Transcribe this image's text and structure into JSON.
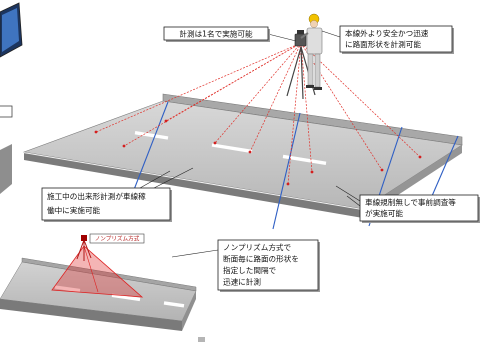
{
  "colors": {
    "measurement_rays": "#e0302a",
    "ray_points": "#d41f1f",
    "cross_section_lines": "#2f5fc4",
    "helmet": "#f2c200",
    "label_text": "#b01818"
  },
  "icons": {
    "tablet": "tablet-device-icon",
    "surveyor": "surveyor-with-total-station",
    "small_instrument": "non-prism-instrument-icon"
  },
  "callouts": {
    "one_person": "計測は1名で実施可能",
    "safe_quick": [
      "本線外より安全かつ迅速",
      "に路面形状を計測可能"
    ],
    "during_construction": [
      "施工中の出来形計測が車線稼",
      "働中に実施可能"
    ],
    "no_lane_restriction": [
      "車線規制無しで事前調査等",
      "が実施可能"
    ],
    "non_prism": [
      "ノンプリズム方式で",
      "断面毎に路面の形状を",
      "指定した間隔で",
      "迅速に計測"
    ]
  },
  "labels": {
    "non_prism_method": "ノンプリズム方式"
  }
}
